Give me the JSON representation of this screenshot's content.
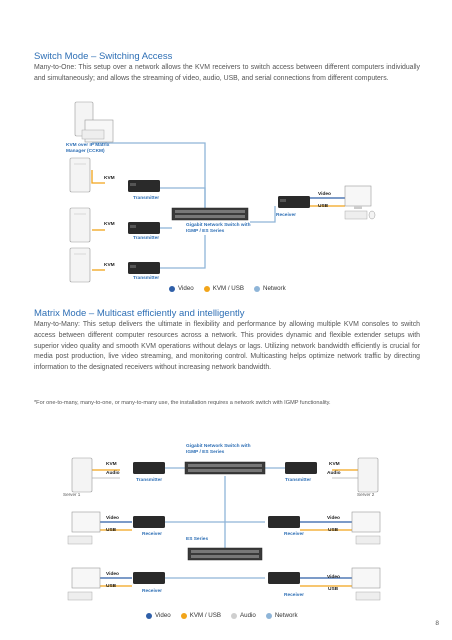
{
  "section1": {
    "title": "Switch Mode – Switching Access",
    "body": "Many-to-One: This setup over a network allows the KVM receivers to switch access between different computers individually and simultaneously; and allows the streaming of video, audio, USB, and serial connections from different computers."
  },
  "diagram1": {
    "manager_label": "KVM over IP Matrix Manager (CCKM)",
    "kvm_labels": [
      "KVM",
      "KVM",
      "KVM"
    ],
    "transmitter_labels": [
      "Transmitter",
      "Transmitter",
      "Transmitter"
    ],
    "switch_label": "Gigabit Network Switch with IGMP / ES Series",
    "receiver_label": "Receiver",
    "video_label": "Video",
    "usb_label": "USB",
    "legend": [
      {
        "label": "Video",
        "color": "#2f5fa8"
      },
      {
        "label": "KVM / USB",
        "color": "#f2a51a"
      },
      {
        "label": "Network",
        "color": "#8fb5d8"
      }
    ]
  },
  "section2": {
    "title": "Matrix Mode – Multicast efficiently and intelligently",
    "body": "Many-to-Many: This setup delivers the ultimate in flexibility and performance by allowing multiple KVM consoles to switch access between different computer resources across a network. This provides dynamic and flexible extender setups with superior video quality and smooth KVM operations without delays or lags. Utilizing network bandwidth efficiently is crucial for media post production, live video streaming, and monitoring control. Multicasting helps optimize network traffic by directing information to the designated receivers without increasing network bandwidth.",
    "footnote": "*For one-to-many, many-to-one, or many-to-many use, the installation requires a network switch with IGMP functionality."
  },
  "diagram2": {
    "switch_label": "Gigabit Network Switch with IGMP / ES Series",
    "kvm_label": "KVM",
    "audio_label": "Audio",
    "transmitter_label": "Transmitter",
    "server1": "Server 1",
    "server2": "Server 2",
    "video_label": "Video",
    "usb_label": "USB",
    "receiver_label": "Receiver",
    "es_label": "ES Series",
    "legend": [
      {
        "label": "Video",
        "color": "#2f5fa8"
      },
      {
        "label": "KVM / USB",
        "color": "#f2a51a"
      },
      {
        "label": "Audio",
        "color": "#cfcfcf"
      },
      {
        "label": "Network",
        "color": "#8fb5d8"
      }
    ]
  },
  "page_number": "8",
  "colors": {
    "heading": "#2e6fb5",
    "video": "#2f5fa8",
    "kvm_usb": "#f2a51a",
    "network": "#8fb5d8",
    "audio": "#cfcfcf"
  }
}
